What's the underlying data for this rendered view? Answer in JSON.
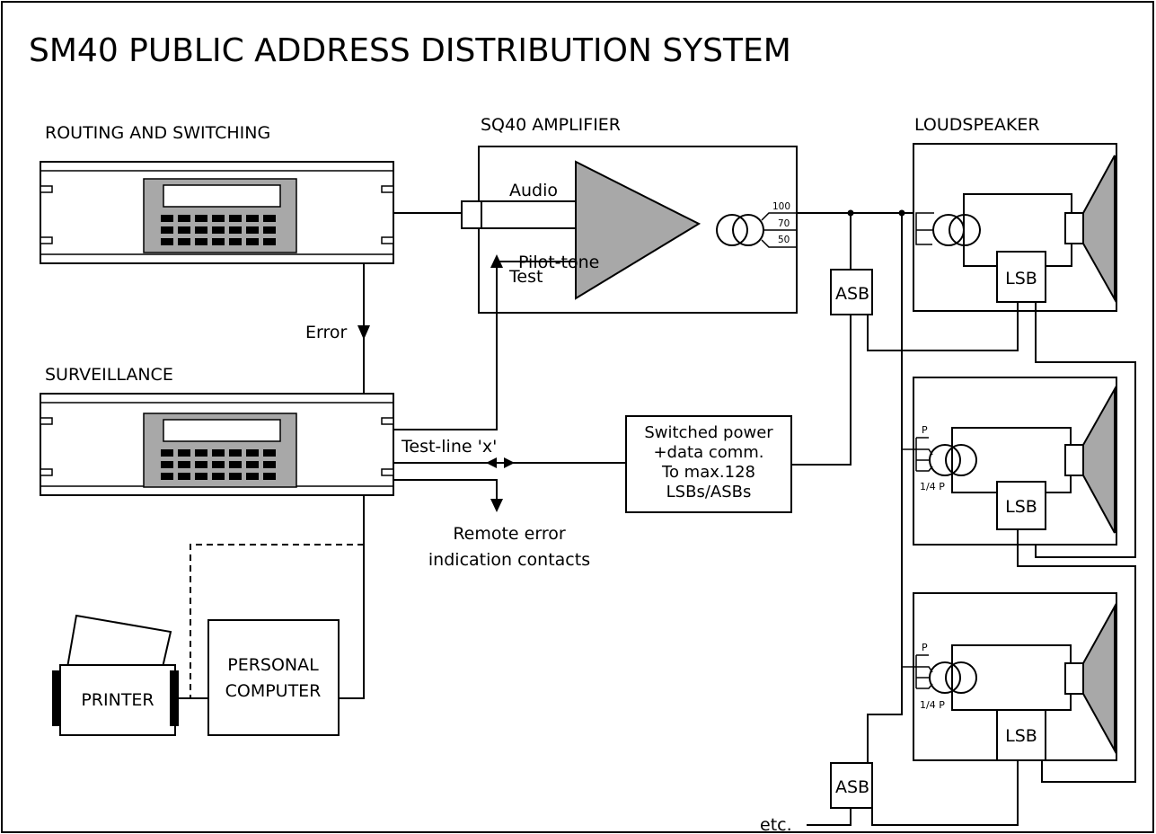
{
  "title": "SM40 PUBLIC ADDRESS DISTRIBUTION SYSTEM",
  "sections": {
    "routing": "ROUTING AND SWITCHING",
    "surveillance": "SURVEILLANCE",
    "amplifier": "SQ40 AMPLIFIER",
    "loudspeaker": "LOUDSPEAKER"
  },
  "amplifier": {
    "audio_label": "Audio",
    "test_label": "Test",
    "taps": [
      "100",
      "70",
      "50"
    ]
  },
  "signals": {
    "error": "Error",
    "pilot_tone": "Pilot-tone",
    "test_line": "Test-line 'x'",
    "remote_error_line1": "Remote error",
    "remote_error_line2": "indication contacts",
    "etc": "etc."
  },
  "switched_power": [
    "Switched power",
    "+data comm.",
    "To max.128",
    "LSBs/ASBs"
  ],
  "boxes": {
    "asb": "ASB",
    "lsb": "LSB",
    "printer": "PRINTER",
    "pc_line1": "PERSONAL",
    "pc_line2": "COMPUTER"
  },
  "speaker_taps": {
    "full": "P",
    "quarter": "1/4 P"
  },
  "icons": {
    "amplifier": "triangle-amplifier-icon",
    "transformer": "transformer-icon",
    "speaker": "loudspeaker-cone-icon",
    "keypad": "keypad-icon"
  },
  "colors": {
    "fill_gray": "#a8a8a8",
    "line": "#000000",
    "background": "#ffffff"
  }
}
